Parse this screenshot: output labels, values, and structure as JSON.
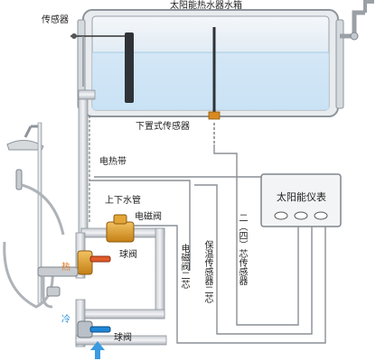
{
  "labels": {
    "tank": "太阳能热水器水箱",
    "sensor_top": "传感器",
    "bottom_sensor": "下置式传感器",
    "heating_tape": "电热带",
    "updown_pipe": "上下水管",
    "solenoid_valve": "电磁阀",
    "ball_valve_hot": "球阀",
    "ball_valve_cold": "球阀",
    "hot": "热",
    "cold": "冷",
    "meter": "太阳能仪表",
    "cable_2_4_core": "二（四）芯传感器",
    "cable_insulation": "保温传感器二芯",
    "cable_solenoid": "电磁阀二芯"
  },
  "colors": {
    "water": "#cfe6f7",
    "pipe": "#9aa0a6",
    "valve_brass": "#d9961f",
    "valve_red": "#e05a2a",
    "valve_blue": "#1e86d6",
    "hot_text": "#e07a20",
    "cold_text": "#2a8fd8"
  },
  "icons": [
    "shower-head-icon",
    "tap-icon",
    "up-arrow-icon"
  ]
}
